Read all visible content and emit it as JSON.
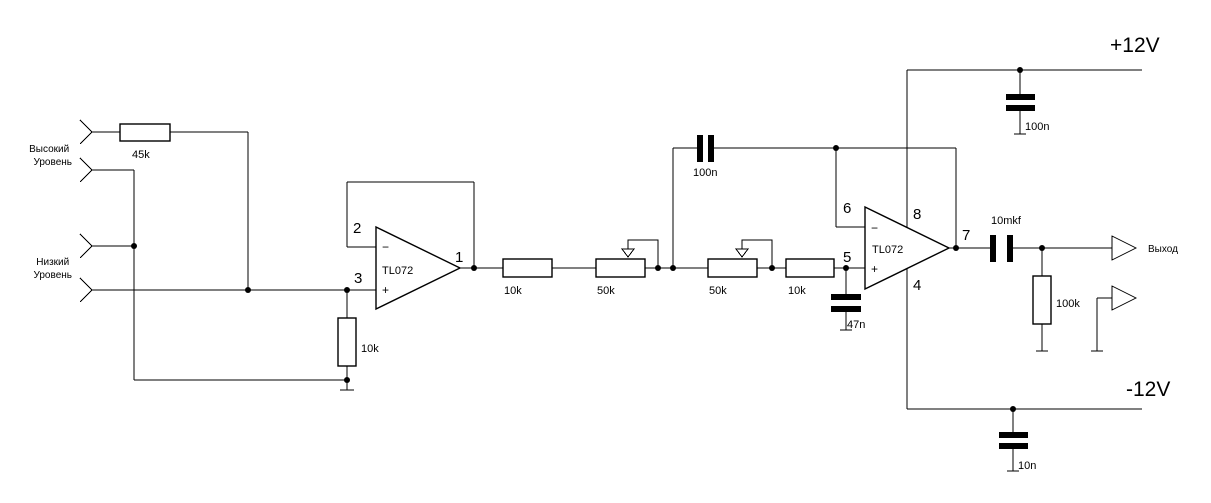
{
  "inputs": {
    "high_level": "Высокий\nУровень",
    "low_level": "Низкий\nУровень"
  },
  "output": {
    "label": "Выход"
  },
  "rails": {
    "positive": "+12V",
    "negative": "-12V"
  },
  "opamps": [
    {
      "name": "TL072",
      "pins": {
        "inv": "2",
        "noninv": "3",
        "out": "1"
      },
      "minus": "−",
      "plus": "+"
    },
    {
      "name": "TL072",
      "pins": {
        "inv": "6",
        "noninv": "5",
        "out": "7",
        "vpos": "8",
        "vneg": "4"
      },
      "minus": "−",
      "plus": "+"
    }
  ],
  "resistors": {
    "r_input": "45k",
    "r_bias": "10k",
    "r_series1": "10k",
    "pot1": "50k",
    "pot2": "50k",
    "r_series2": "10k",
    "r_output": "100k"
  },
  "capacitors": {
    "c_feedback": "100n",
    "c_filter": "47n",
    "c_coupling": "10mkf",
    "c_decouple_pos": "100n",
    "c_decouple_neg": "10n"
  }
}
